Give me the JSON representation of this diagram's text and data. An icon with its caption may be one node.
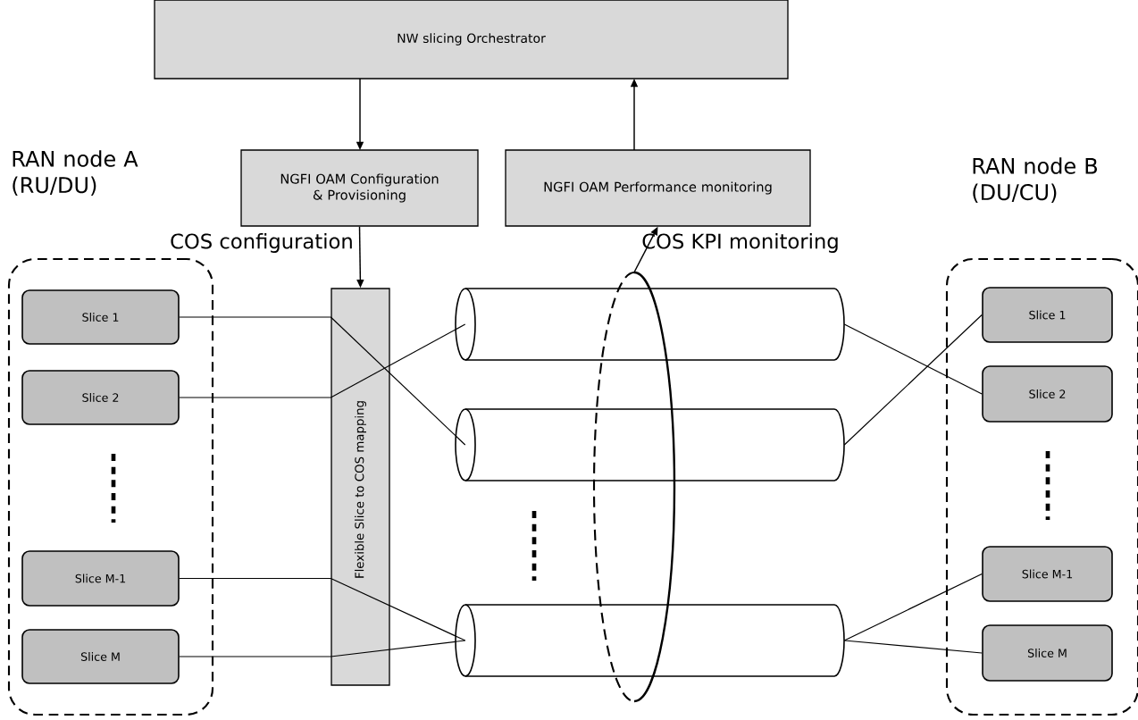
{
  "diagram": {
    "nodes": [
      {
        "text": [
          "NW slicing Orchestrator"
        ]
      },
      {
        "text": [
          "NGFI OAM Configuration & Provisioning"
        ]
      },
      {
        "text": [
          "NGFI OAM Performance monitoring"
        ]
      },
      {
        "text": [
          "Flexible Slice to COS mapping"
        ]
      },
      {
        "text": [
          "RAN node A (RU/DU)"
        ]
      },
      {
        "text": [
          "Slice 1"
        ],
        "in": 4
      },
      {
        "text": [
          "Slice 2"
        ],
        "in": 4
      },
      {
        "text": [
          "Slice M-1"
        ],
        "in": 4
      },
      {
        "text": [
          "Slice M"
        ],
        "in": 4
      },
      {
        "text": [
          "RAN node B (DU/CU)"
        ]
      },
      {
        "text": [
          "Slice 1"
        ],
        "in": 9
      },
      {
        "text": [
          "Slice 2"
        ],
        "in": 9
      },
      {
        "text": [
          "Slice M-1"
        ],
        "in": 9
      },
      {
        "text": [
          "Slice M"
        ],
        "in": 9
      },
      {
        "text": [],
        "shape": "cylinder"
      },
      {
        "text": [],
        "shape": "cylinder"
      },
      {
        "text": [],
        "shape": "cylinder"
      },
      {
        "text": [],
        "shape": "ellipse"
      }
    ],
    "edges": [
      {
        "from": 0,
        "to": 1,
        "arrow": "to"
      },
      {
        "from": 2,
        "to": 0,
        "arrow": "to"
      },
      {
        "from": 1,
        "to": 3,
        "arrow": "to"
      },
      {
        "from": 17,
        "to": 2,
        "arrow": "to"
      },
      {
        "from": 5,
        "to": 3,
        "arrow": "none"
      },
      {
        "from": 6,
        "to": 3,
        "arrow": "none"
      },
      {
        "from": 7,
        "to": 3,
        "arrow": "none"
      },
      {
        "from": 8,
        "to": 3,
        "arrow": "none"
      },
      {
        "from": 3,
        "to": 15,
        "arrow": "none"
      },
      {
        "from": 3,
        "to": 14,
        "arrow": "none"
      },
      {
        "from": 3,
        "to": 16,
        "arrow": "none"
      },
      {
        "from": 3,
        "to": 16,
        "arrow": "none"
      },
      {
        "from": 14,
        "to": 11,
        "arrow": "none"
      },
      {
        "from": 15,
        "to": 10,
        "arrow": "none"
      },
      {
        "from": 16,
        "to": 12,
        "arrow": "none"
      },
      {
        "from": 16,
        "to": 13,
        "arrow": "none"
      }
    ],
    "labels": [
      "COS configuration",
      "COS KPI monitoring"
    ]
  }
}
